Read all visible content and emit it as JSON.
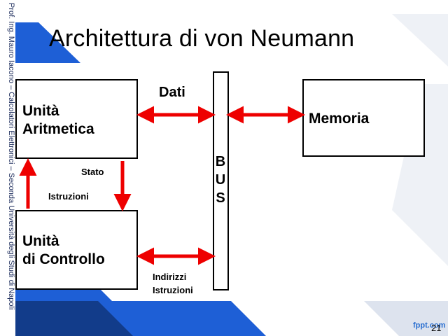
{
  "slide": {
    "title": "Architettura di von Neumann",
    "side_note": "Prof. Ing. Mauro Iacono – Calcolatori Elettronici – Seconda Università degli Studi di Napoli",
    "page_number": "21",
    "brand": "fppt.com"
  },
  "diagram": {
    "alu": {
      "line1": "Unità",
      "line2": "Aritmetica"
    },
    "control": {
      "line1": "Unità",
      "line2": "di Controllo"
    },
    "memory": {
      "label": "Memoria"
    },
    "bus": {
      "letters": [
        "B",
        "U",
        "S"
      ]
    },
    "labels": {
      "dati": "Dati",
      "stato": "Stato",
      "istruzioni": "Istruzioni",
      "indirizzi": "Indirizzi",
      "istruzioni_bottom": "Istruzioni"
    }
  },
  "colors": {
    "arrow": "#ee0000",
    "accent_blue": "#1e5fd6",
    "dark_blue": "#123c8a"
  }
}
